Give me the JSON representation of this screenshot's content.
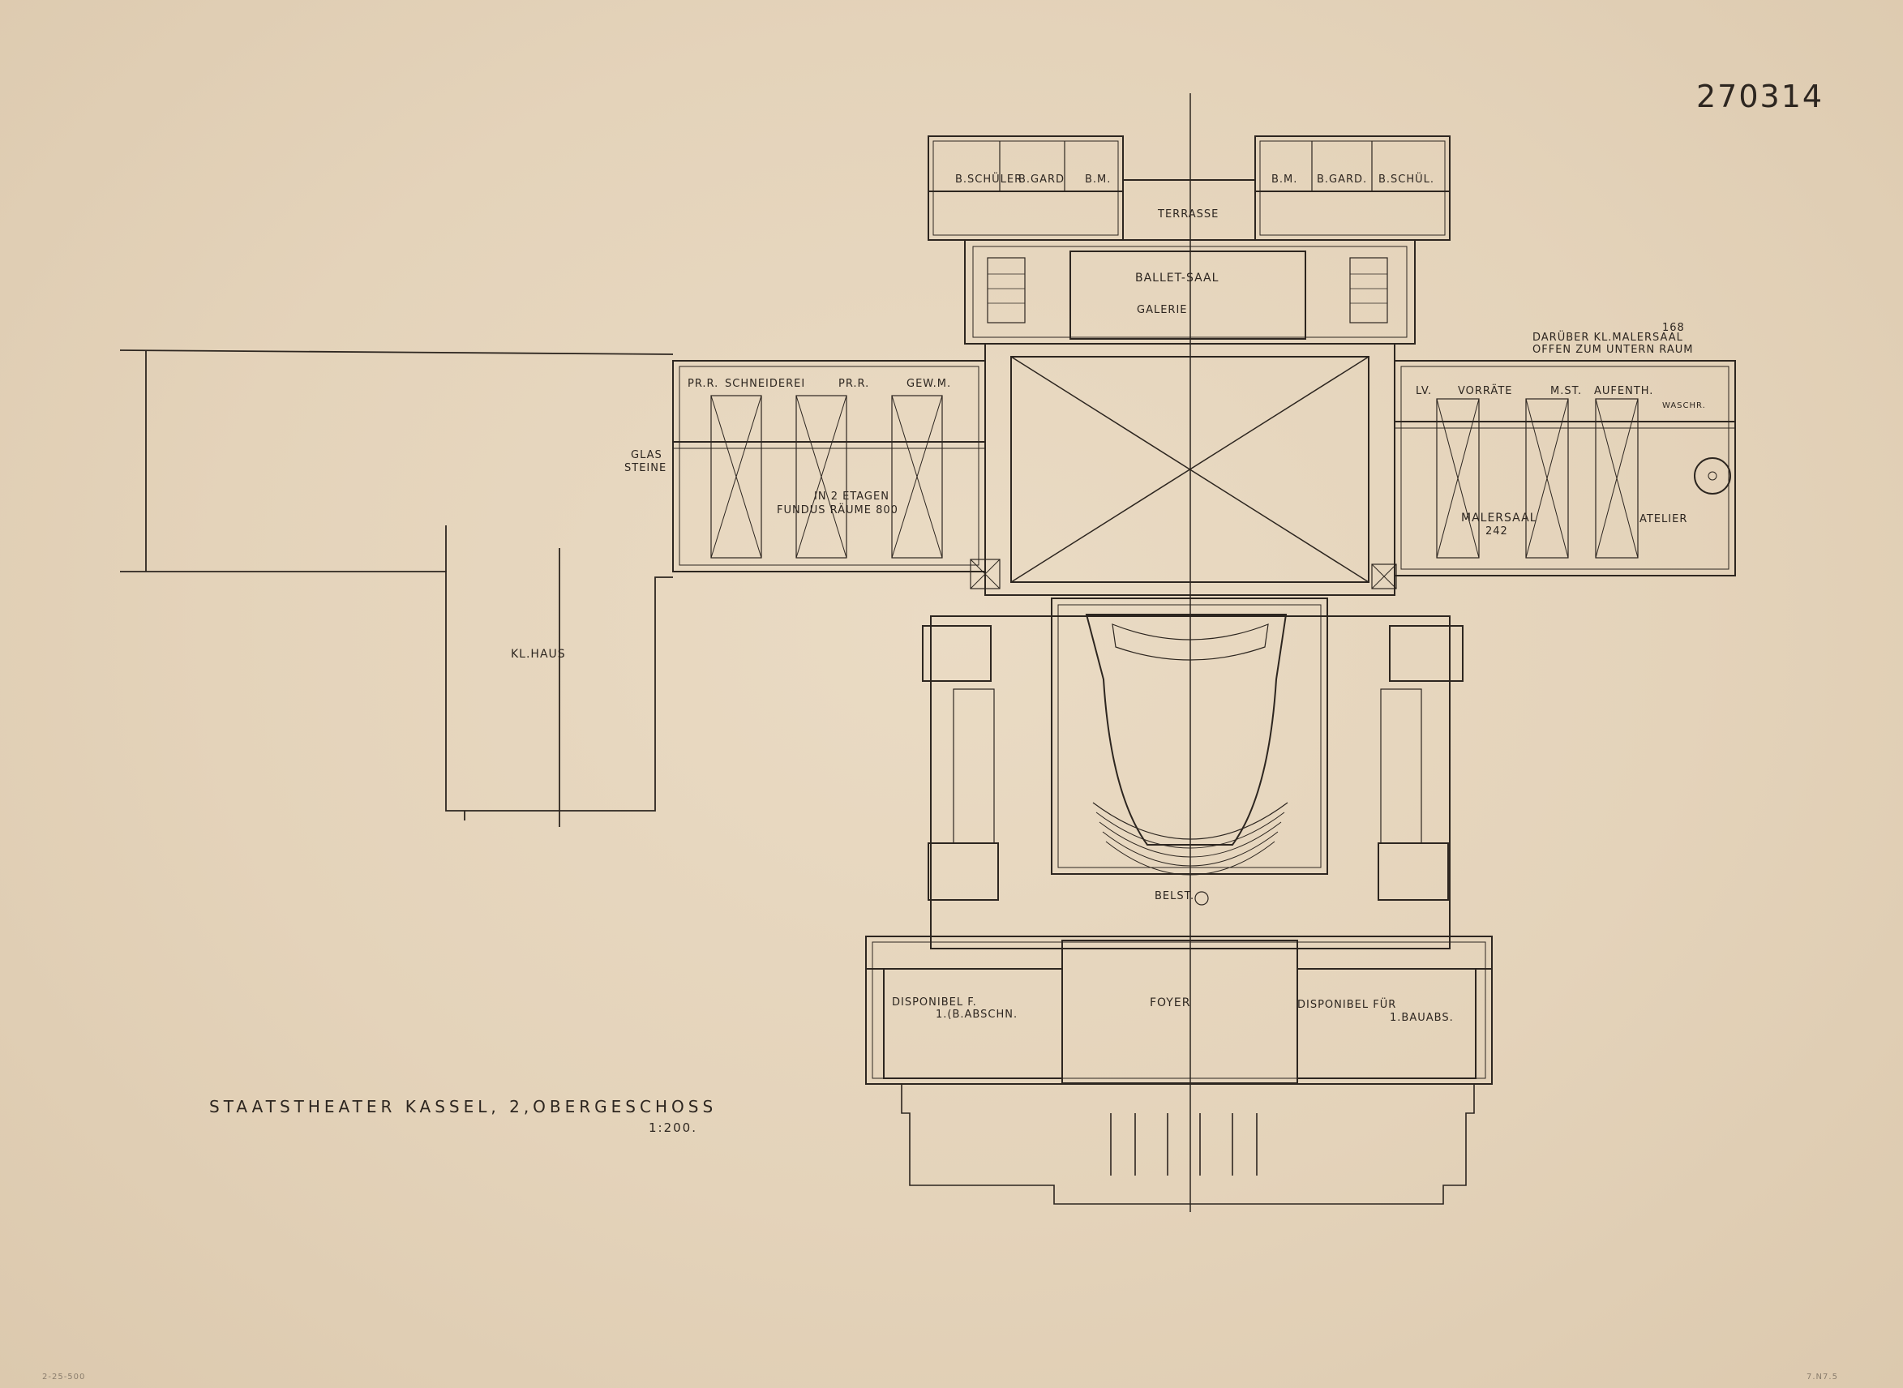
{
  "sheet": {
    "archive_number": "270314",
    "footer_left": "2-25-500",
    "footer_right": "7.N7.5"
  },
  "title_block": {
    "title": "STAATSTHEATER KASSEL, 2,OBERGESCHOSS",
    "scale": "1:200."
  },
  "annotations": {
    "upper_right_note_1": "DARÜBER KL.MALERSAAL",
    "upper_right_note_2": "OFFEN ZUM UNTERN RAUM",
    "upper_right_number": "168",
    "glass_bricks_1": "GLAS",
    "glass_bricks_2": "STEINE",
    "fundus_1": "IN 2 ETAGEN",
    "fundus_2": "FUNDUS RÄUME 800",
    "malersaal_2": "242"
  },
  "rooms": {
    "north_left": [
      "B.SCHÜLER",
      "B.GARD",
      "B.M."
    ],
    "north_right": [
      "B.M.",
      "B.GARD.",
      "B.SCHÜL."
    ],
    "terrasse": "TERRASSE",
    "ballet_saal": "BALLET-SAAL",
    "galerie": "GALERIE",
    "west_wing": [
      "PR.R.",
      "SCHNEIDEREI",
      "PR.R.",
      "GEW.M."
    ],
    "east_wing": [
      "LV.",
      "VORRÄTE",
      "M.ST.",
      "AUFENTH.",
      "WASCHR."
    ],
    "malersaal": "MALERSAAL",
    "atelier": "ATELIER",
    "kl_haus": "KL.HAUS",
    "beleuchtung": "BELST.",
    "foyer": "FOYER",
    "dispo_left_1": "DISPONIBEL F.",
    "dispo_left_2": "1.(B.ABSCHN.",
    "dispo_right_1": "DISPONIBEL FÜR",
    "dispo_right_2": "1.BAUABS."
  }
}
